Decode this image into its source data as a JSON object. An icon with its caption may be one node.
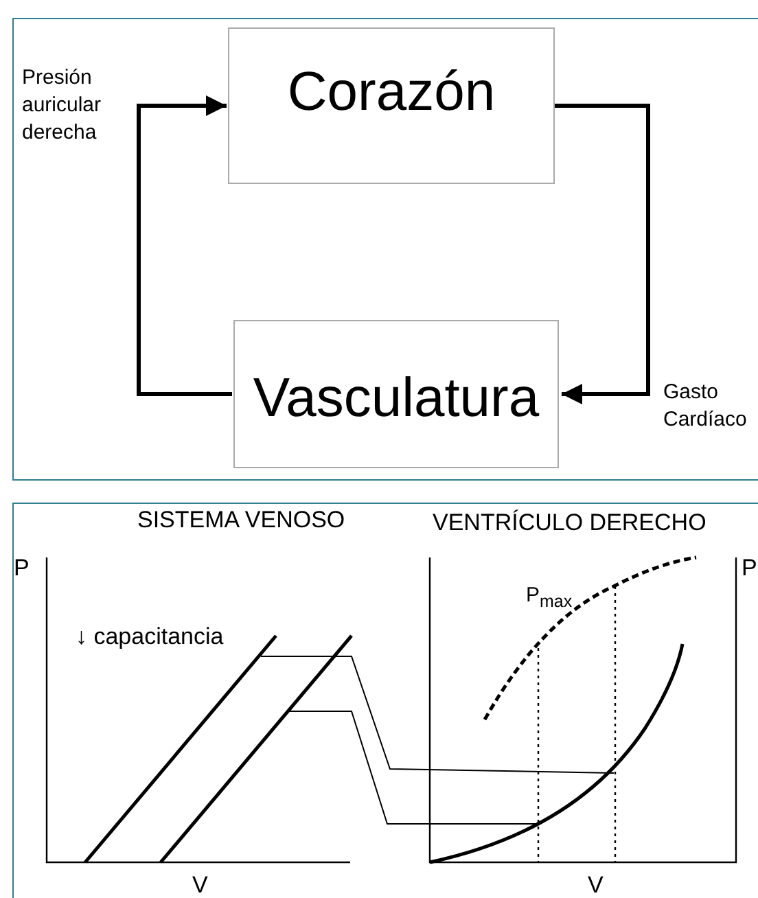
{
  "diagram": {
    "nodes": [
      {
        "text": [
          "Corazón"
        ]
      },
      {
        "text": [
          "Vasculatura"
        ]
      }
    ],
    "edges": [
      {
        "from": 0,
        "to": 1,
        "arrow": "to",
        "label": "Gasto Cardíaco"
      },
      {
        "from": 1,
        "to": 0,
        "arrow": "to",
        "label": "Presión auricular derecha"
      }
    ],
    "labels": [
      "SISTEMA VENOSO",
      "VENTRÍCULO DERECHO",
      "P",
      "P$_{max}$",
      "P",
      "↓ capacitancia",
      "V",
      "V"
    ]
  }
}
